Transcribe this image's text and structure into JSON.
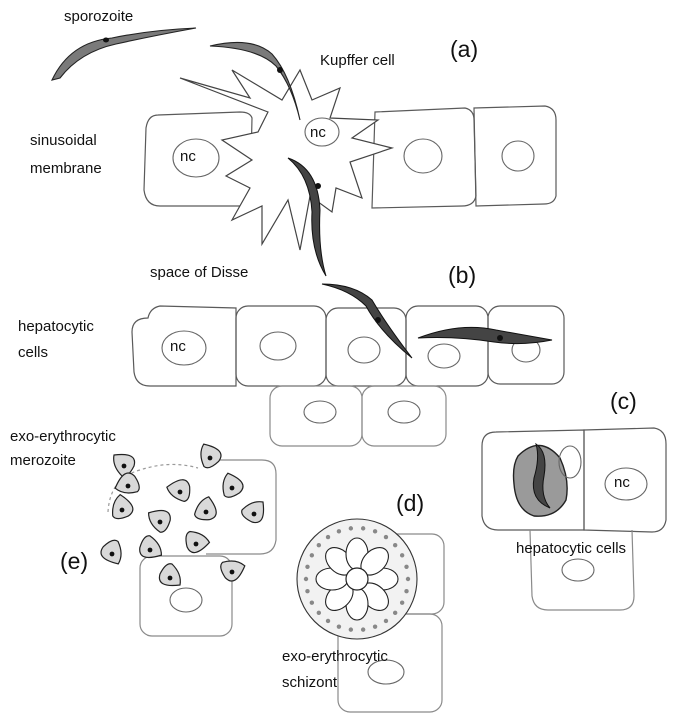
{
  "panels": {
    "a": "(a)",
    "b": "(b)",
    "c": "(c)",
    "d": "(d)",
    "e": "(e)"
  },
  "labels": {
    "sporozoite": "sporozoite",
    "kupffer_cell": "Kupffer cell",
    "sinusoidal_1": "sinusoidal",
    "sinusoidal_2": "membrane",
    "space_of_disse": "space of Disse",
    "hepatocytic_1": "hepatocytic",
    "hepatocytic_2": "cells",
    "exo_merozoite_1": "exo-erythrocytic",
    "exo_merozoite_2": "merozoite",
    "hepatocytic_cells_c": "hepatocytic cells",
    "exo_schizont_1": "exo-erythrocytic",
    "exo_schizont_2": "schizont",
    "nucleus": "nc"
  }
}
